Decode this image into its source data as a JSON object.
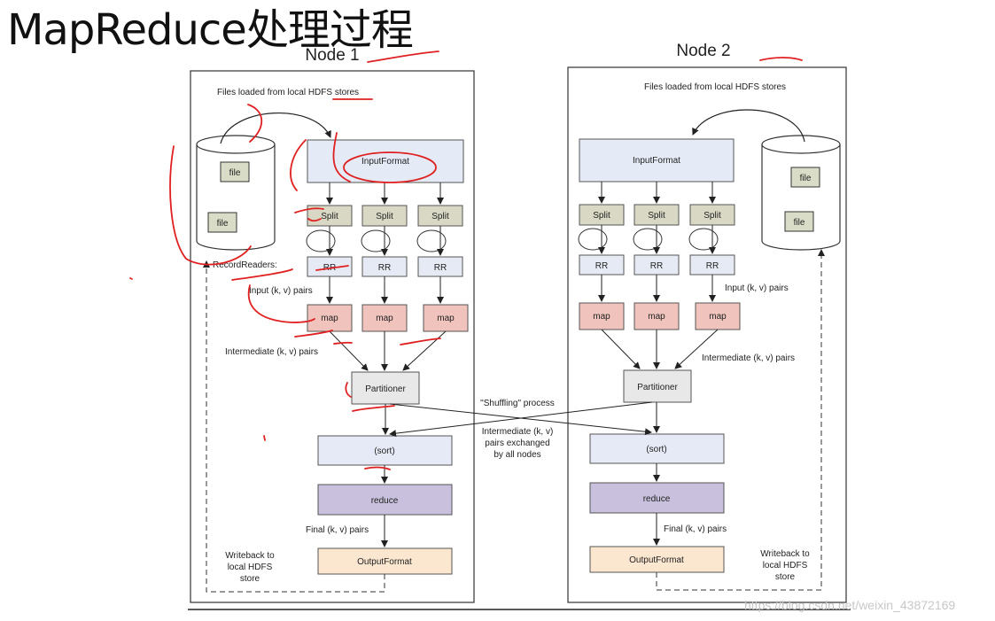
{
  "title": "MapReduce处理过程",
  "node1": {
    "label": "Node 1",
    "files_text": "Files loaded from local HDFS stores",
    "file_labels": [
      "file",
      "file"
    ],
    "inputformat": "InputFormat",
    "splits": [
      "Split",
      "Split",
      "Split"
    ],
    "recordreaders_label": "RecordReaders:",
    "rrs": [
      "RR",
      "RR",
      "RR"
    ],
    "input_pairs": "Input (k, v) pairs",
    "maps": [
      "map",
      "map",
      "map"
    ],
    "intermediate": "Intermediate (k, v) pairs",
    "partitioner": "Partitioner",
    "sort": "(sort)",
    "reduce": "reduce",
    "final": "Final (k, v) pairs",
    "outputformat": "OutputFormat",
    "writeback": [
      "Writeback to",
      "local HDFS",
      "store"
    ]
  },
  "node2": {
    "label": "Node 2",
    "files_text": "Files loaded from local HDFS stores",
    "file_labels": [
      "file",
      "file"
    ],
    "inputformat": "InputFormat",
    "splits": [
      "Split",
      "Split",
      "Split"
    ],
    "rrs": [
      "RR",
      "RR",
      "RR"
    ],
    "input_pairs": "Input (k, v) pairs",
    "maps": [
      "map",
      "map",
      "map"
    ],
    "intermediate": "Intermediate (k, v) pairs",
    "partitioner": "Partitioner",
    "sort": "(sort)",
    "reduce": "reduce",
    "final": "Final (k, v) pairs",
    "outputformat": "OutputFormat",
    "writeback": [
      "Writeback to",
      "local HDFS",
      "store"
    ]
  },
  "shuffle": {
    "label": "\"Shuffling\" process",
    "desc": [
      "Intermediate (k, v)",
      "pairs exchanged",
      "by all nodes"
    ]
  },
  "watermark": "https://blog.csdn.net/weixin_43872169",
  "colors": {
    "inputformat": "#e4ebf6",
    "split": "#d8d8c4",
    "rr": "#e6eaf4",
    "map": "#f0c4bc",
    "partitioner": "#e8e8e8",
    "sort": "#e6eaf6",
    "reduce": "#c8c0dc",
    "outputformat": "#fbe6cf",
    "annotation": "#e02020"
  }
}
